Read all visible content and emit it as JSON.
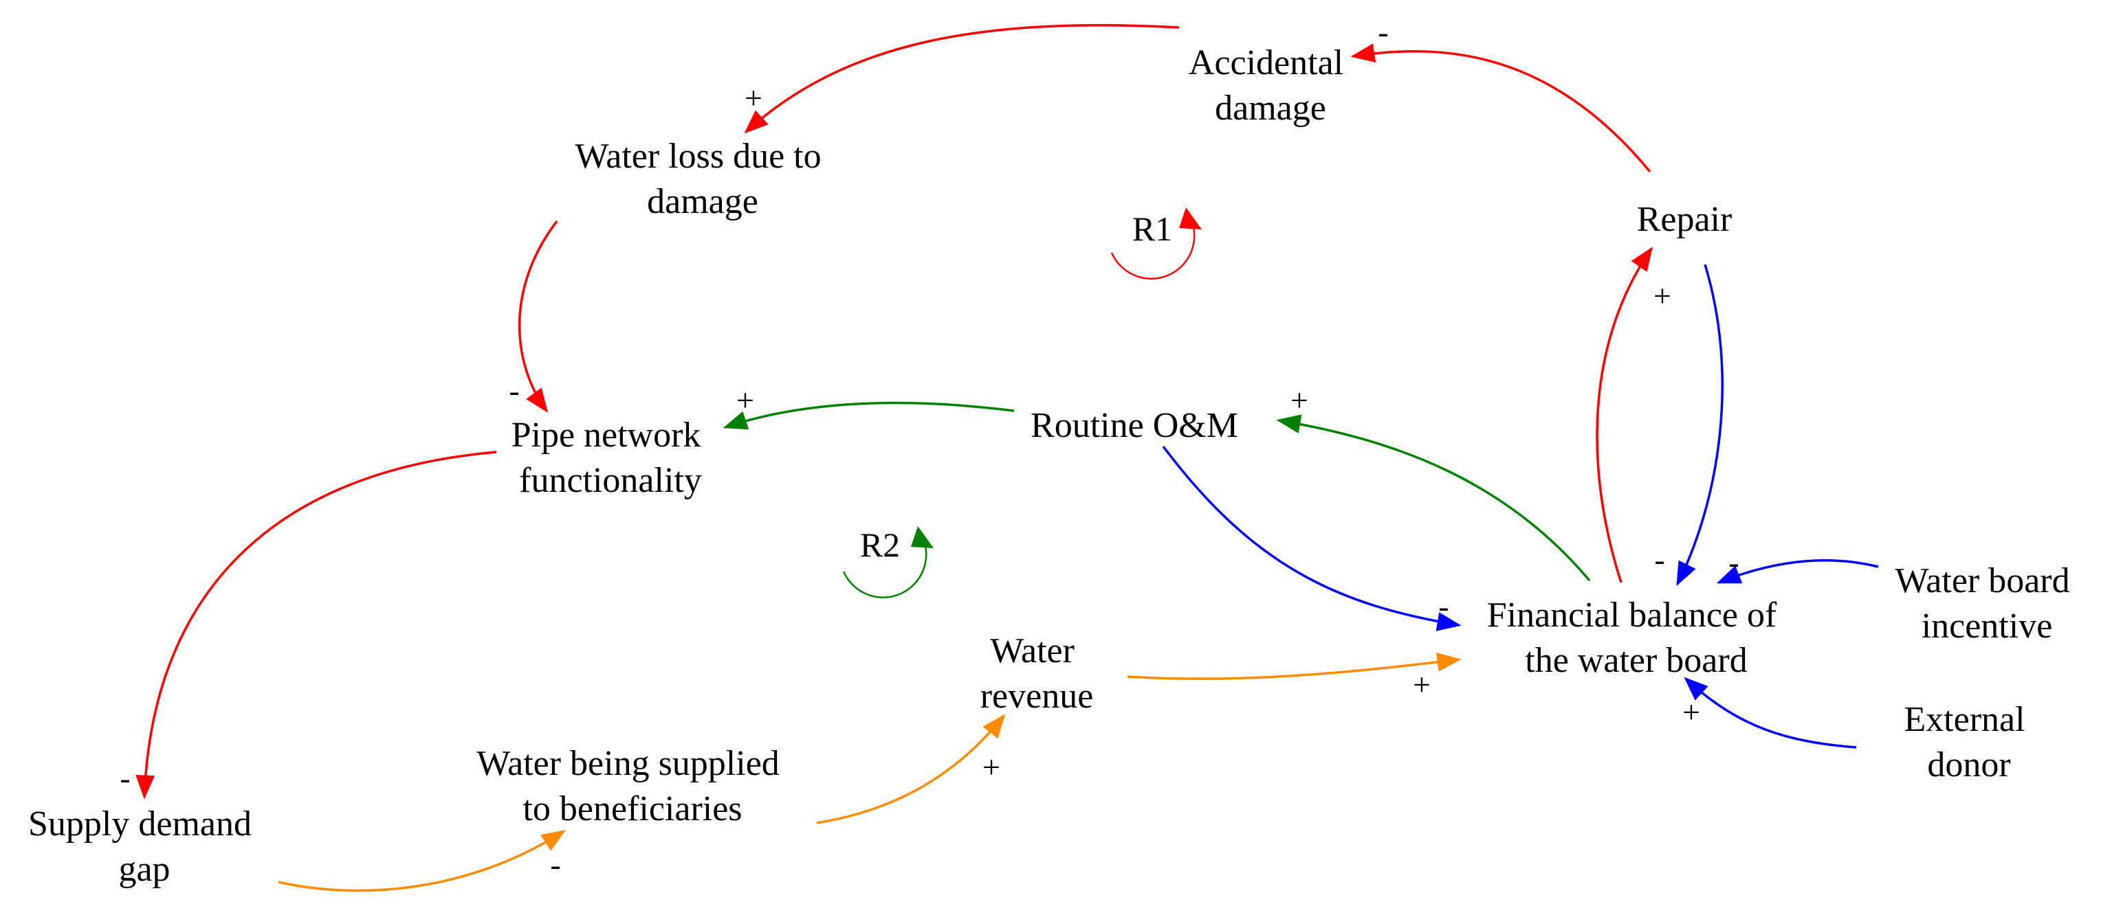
{
  "colors": {
    "red": "#ff0000",
    "green": "#008000",
    "blue": "#0000ff",
    "orange": "#ff8c00",
    "black": "#000000"
  },
  "nodes": {
    "accidental_damage": [
      "Accidental",
      "damage"
    ],
    "water_loss": [
      "Water loss due to",
      "damage"
    ],
    "repair": [
      "Repair"
    ],
    "pipe_network": [
      "Pipe network",
      "functionality"
    ],
    "routine_om": [
      "Routine O&M"
    ],
    "financial_balance": [
      "Financial balance of",
      "the water board"
    ],
    "water_board_incentive": [
      "Water board",
      "incentive"
    ],
    "external_donor": [
      "External",
      "donor"
    ],
    "water_revenue": [
      "Water",
      "revenue"
    ],
    "water_supplied": [
      "Water being supplied",
      "to beneficiaries"
    ],
    "supply_demand_gap": [
      "Supply demand",
      "gap"
    ]
  },
  "loops": {
    "r1": "R1",
    "r2": "R2"
  },
  "polarities": {
    "repair_to_accidental": "-",
    "accidental_to_waterloss": "+",
    "waterloss_to_pipe": "-",
    "routine_to_pipe": "+",
    "financial_to_routine": "+",
    "financial_to_repair": "+",
    "repair_to_financial": "-",
    "incentive_to_financial": "-",
    "routine_to_financial": "-",
    "donor_to_financial": "+",
    "revenue_to_financial": "+",
    "supplied_to_revenue": "+",
    "gap_to_supplied": "-",
    "pipe_to_gap": "-"
  }
}
